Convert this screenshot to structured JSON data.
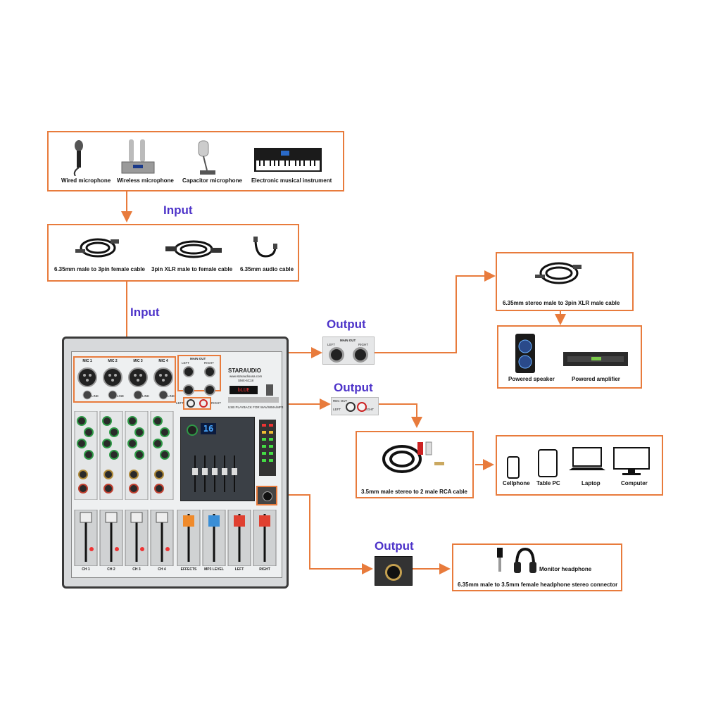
{
  "sources": {
    "items": [
      {
        "label": "Wired microphone",
        "icon": "wired-microphone-icon"
      },
      {
        "label": "Wireless microphone",
        "icon": "wireless-microphone-icon"
      },
      {
        "label": "Capacitor microphone",
        "icon": "capacitor-microphone-icon"
      },
      {
        "label": "Electronic musical instrument",
        "icon": "keyboard-icon"
      }
    ]
  },
  "input_label_1": "Input",
  "cables": {
    "items": [
      {
        "label": "6.35mm male to 3pin female cable",
        "icon": "trs-xlr-cable-icon"
      },
      {
        "label": "3pin XLR male to female cable",
        "icon": "xlr-cable-icon"
      },
      {
        "label": "6.35mm audio cable",
        "icon": "audio-cable-icon"
      }
    ]
  },
  "input_label_2": "Input",
  "mixer": {
    "brand": "STARAUDIO",
    "website": "www.staraudiousa.com",
    "model": "SMX-6C18",
    "usb_text": "USB PLAYBACK FOR WAV/WMA/MP3",
    "display_text": "bLUE",
    "dsp_value": "16",
    "main_out": {
      "title": "MAIN OUT",
      "left": "LEFT",
      "right": "RIGHT"
    },
    "rec_out": {
      "left": "LEFT",
      "right": "RIGHT"
    },
    "mic_labels": [
      "MIC 1",
      "MIC 2",
      "MIC 3",
      "MIC 4"
    ],
    "line_label": "LINE",
    "channel_labels": [
      "CH 1",
      "CH 2",
      "CH 3",
      "CH 4",
      "EFFECTS",
      "MP3 LEVEL",
      "LEFT",
      "RIGHT"
    ]
  },
  "outputs": {
    "main": {
      "label": "Output",
      "jack_title": "MAIN OUT",
      "jack_left": "LEFT",
      "jack_right": "RIGHT",
      "cable_label": "6.35mm stereo male to 3pin XLR male cable",
      "devices": [
        {
          "label": "Powered speaker",
          "icon": "powered-speaker-icon"
        },
        {
          "label": "Powered amplifier",
          "icon": "powered-amplifier-icon"
        }
      ]
    },
    "rec": {
      "label": "Output",
      "jack_title": "REC OUT",
      "jack_left": "LEFT",
      "jack_right": "RIGHT",
      "cable_label": "3.5mm male stereo to 2 male RCA cable",
      "devices": [
        {
          "label": "Cellphone",
          "icon": "cellphone-icon"
        },
        {
          "label": "Table PC",
          "icon": "tablet-icon"
        },
        {
          "label": "Laptop",
          "icon": "laptop-icon"
        },
        {
          "label": "Computer",
          "icon": "computer-monitor-icon"
        }
      ]
    },
    "phones": {
      "label": "Output",
      "device_label": "Monitor headphone",
      "cable_label": "6.35mm male to 3.5mm female headphone stereo connector"
    }
  },
  "colors": {
    "box_border": "#e87b3c",
    "arrow": "#e87b3c",
    "label_text": "#4d33c9"
  }
}
